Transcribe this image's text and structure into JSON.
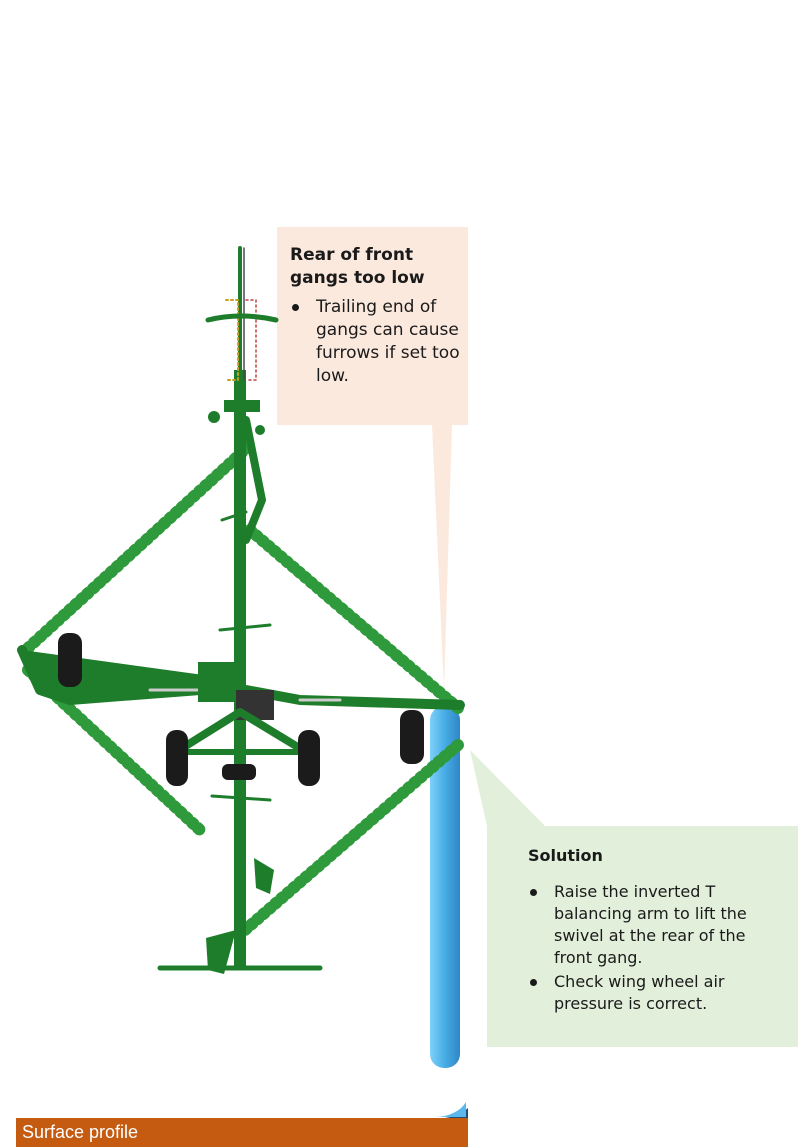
{
  "callouts": {
    "problem": {
      "title": "Rear of front gangs too low",
      "bullets": [
        "Trailing end of gangs can cause furrows if set too low."
      ],
      "bg_color": "#fce9de"
    },
    "solution": {
      "title": "Solution",
      "bullets": [
        "Raise the inverted T balancing arm to lift the swivel at the rear of the front gang.",
        "Check wing wheel air pressure is correct."
      ],
      "bg_color": "#e2efda"
    }
  },
  "footer": {
    "label": "Surface profile",
    "bg_color": "#c55a11"
  },
  "colors": {
    "implement_green": "#1e7d2b",
    "tire_black": "#1b1b1b",
    "surface_blue": "#5bb8ec"
  }
}
